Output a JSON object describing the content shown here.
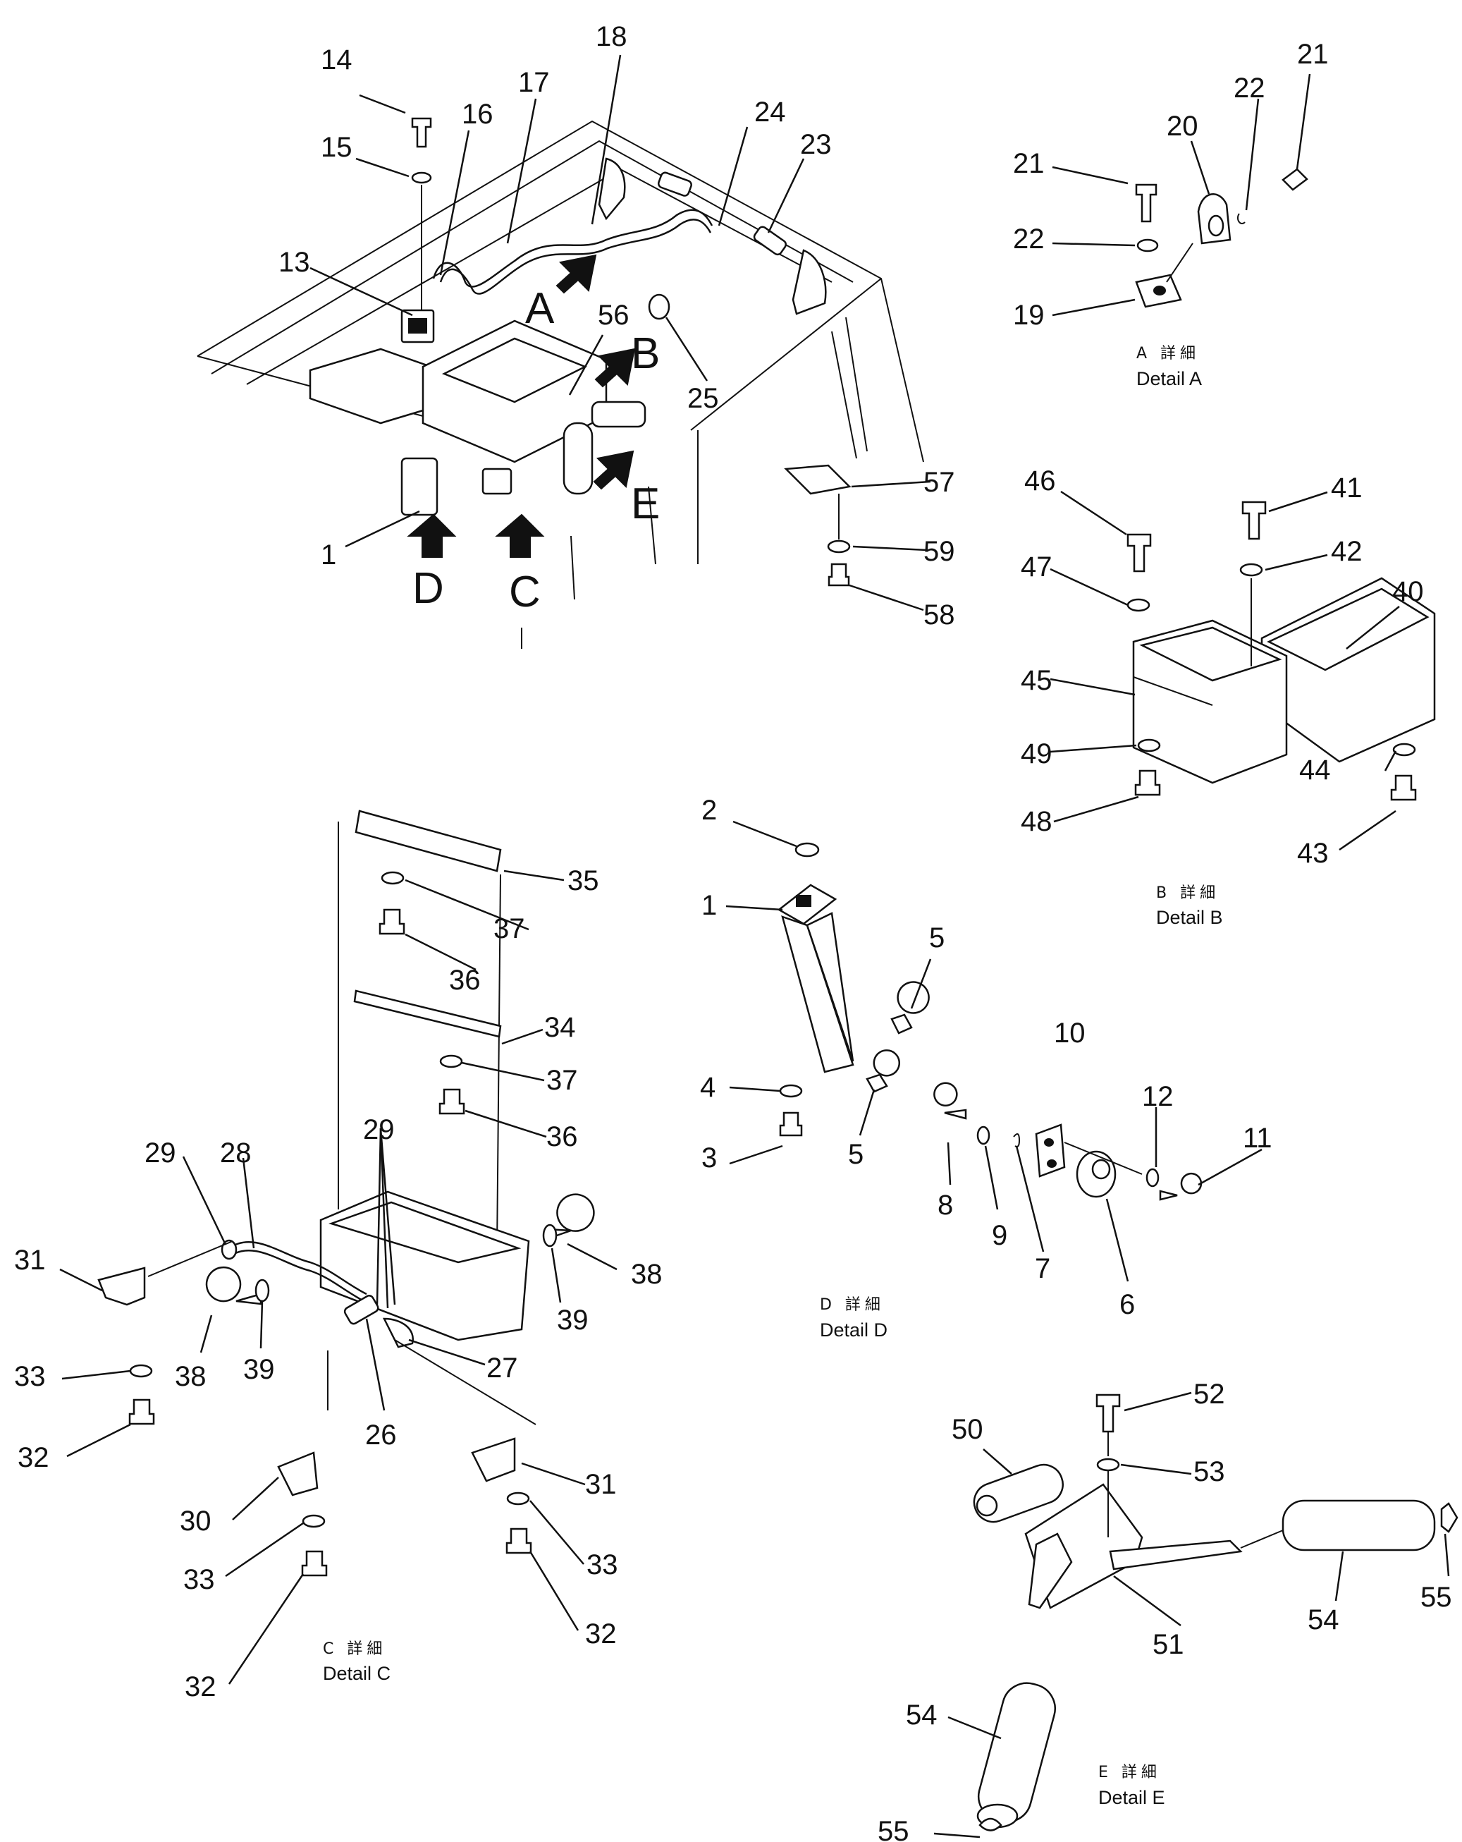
{
  "labels": {
    "l1": "1",
    "l2": "2",
    "l3": "3",
    "l4": "4",
    "l5": "5",
    "l6": "6",
    "l7": "7",
    "l8": "8",
    "l9": "9",
    "l10": "10",
    "l11": "11",
    "l12": "12",
    "l13": "13",
    "l14": "14",
    "l15": "15",
    "l16": "16",
    "l17": "17",
    "l18": "18",
    "l19": "19",
    "l20": "20",
    "l21": "21",
    "l22": "22",
    "l23": "23",
    "l24": "24",
    "l25": "25",
    "l26": "26",
    "l27": "27",
    "l28": "28",
    "l29": "29",
    "l30": "30",
    "l31": "31",
    "l32": "32",
    "l33": "33",
    "l34": "34",
    "l35": "35",
    "l36": "36",
    "l37": "37",
    "l38": "38",
    "l39": "39",
    "l40": "40",
    "l41": "41",
    "l42": "42",
    "l43": "43",
    "l44": "44",
    "l45": "45",
    "l46": "46",
    "l47": "47",
    "l48": "48",
    "l49": "49",
    "l50": "50",
    "l51": "51",
    "l52": "52",
    "l53": "53",
    "l54": "54",
    "l55": "55",
    "l56": "56",
    "l57": "57",
    "l58": "58",
    "l59": "59"
  },
  "arrows": {
    "a": "A",
    "b": "B",
    "c": "C",
    "d": "D",
    "e": "E"
  },
  "details": {
    "a_jp": "A 詳細",
    "a_en": "Detail A",
    "b_jp": "B 詳細",
    "b_en": "Detail B",
    "c_jp": "C 詳細",
    "c_en": "Detail C",
    "d_jp": "D 詳細",
    "d_en": "Detail D",
    "e_jp": "E 詳細",
    "e_en": "Detail E"
  }
}
